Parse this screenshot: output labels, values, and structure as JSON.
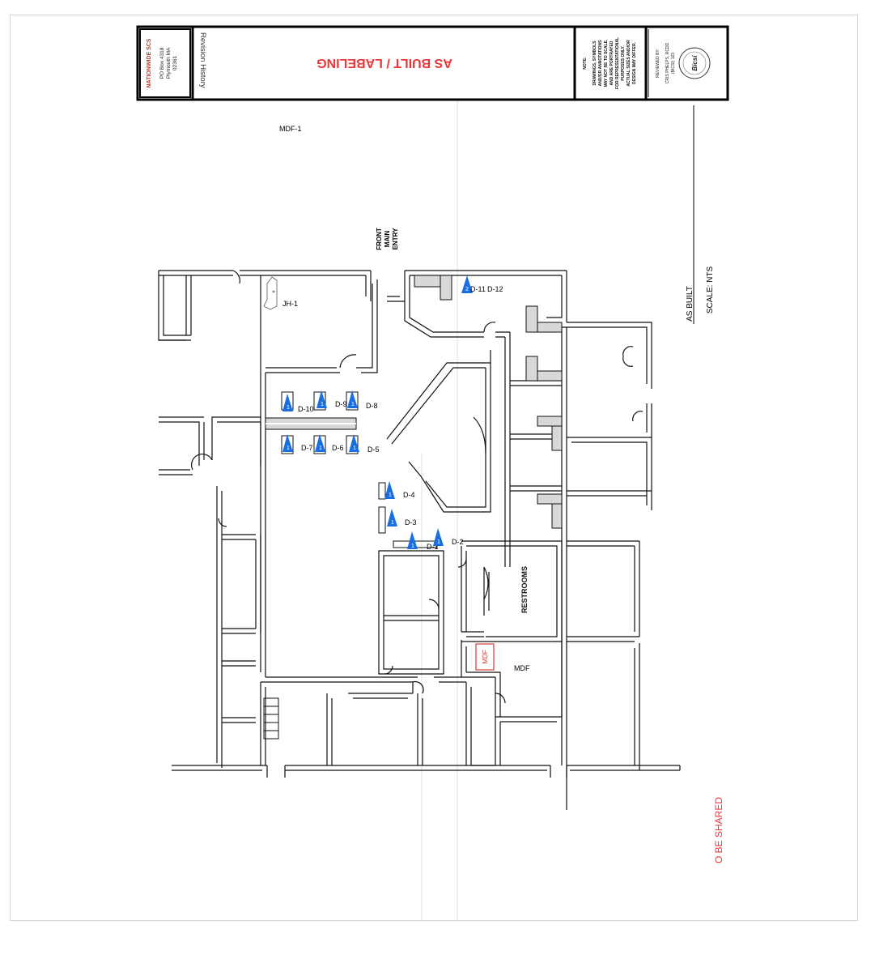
{
  "title_block": {
    "company": "NATIONWIDE SCS",
    "address_line1": "PO Box 4318",
    "address_line2": "Plymouth MA",
    "address_line3": "02361",
    "revision_label": "Revision History",
    "main_title": "AS BUILT / LABELING",
    "note_label": "NOTE:",
    "note_text": [
      "DRAWINGS, SYMBOLS",
      "AND/OR ANNOTATIONS",
      "MAY NOT BE TO SCALE,",
      "AND ARE PORTRAYED",
      "FOR REPRESENTATIONAL",
      "PURPOSES ONLY.",
      "ACTUAL SIZES AND/OR",
      "DESIGN MAY DIFFER."
    ],
    "reviewed_label": "REVIEWED BY:",
    "reviewer": "CRIS PHELPS, RCDD",
    "reviewer_id": "(BICSI) 123",
    "seal_text": "Bicsi"
  },
  "side_labels": {
    "as_built": "AS BUILT",
    "scale": "SCALE: NTS",
    "shared": "O BE SHARED"
  },
  "plan_labels": {
    "mdf_top": "MDF-1",
    "front_entry": [
      "FRONT",
      "MAIN",
      "ENTRY"
    ],
    "jack_label": "JH-1",
    "restrooms": "RESTROOMS",
    "mdf_room": "MDF",
    "mdf_box": "MDF"
  },
  "drops": [
    {
      "id": "D-1",
      "glyph": "1"
    },
    {
      "id": "D-2",
      "glyph": "1"
    },
    {
      "id": "D-3",
      "glyph": "1"
    },
    {
      "id": "D-4",
      "glyph": "1"
    },
    {
      "id": "D-5",
      "glyph": "1"
    },
    {
      "id": "D-6",
      "glyph": "1"
    },
    {
      "id": "D-7",
      "glyph": "1"
    },
    {
      "id": "D-8",
      "glyph": "1"
    },
    {
      "id": "D-9",
      "glyph": "1"
    },
    {
      "id": "D-10",
      "glyph": "1"
    },
    {
      "id": "D-11",
      "glyph": "2"
    },
    {
      "id": "D-12",
      "glyph": "2"
    }
  ],
  "colors": {
    "title_red": "#e8383b",
    "drop_blue": "#1a6fe0",
    "wall": "#111111",
    "mdf_red": "#d93a3a"
  }
}
